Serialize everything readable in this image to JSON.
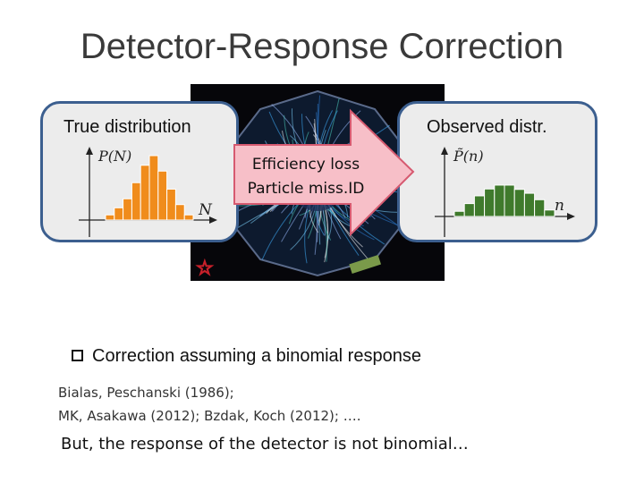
{
  "title": "Detector-Response Correction",
  "left_panel": {
    "label": "True distribution",
    "ylabel": "P(N)",
    "xlabel": "N"
  },
  "right_panel": {
    "label": "Observed distr.",
    "ylabel": "P̃(n)",
    "xlabel": "n"
  },
  "arrow": {
    "line1": "Efficiency loss",
    "line2": "Particle miss.ID"
  },
  "bullet": "Correction assuming a binomial response",
  "references": [
    "Bialas, Peschanski (1986);",
    "MK, Asakawa (2012); Bzdak, Koch (2012); …."
  ],
  "conclusion": "But, the response of the detector is not binomial…",
  "colors": {
    "title": "#3a3a3a",
    "panel_border": "#3c5f8f",
    "panel_fill": "#ececec",
    "true_bars": "#f08c1c",
    "observed_bars": "#3f7a2c",
    "arrow_fill": "#f7bfc8",
    "arrow_stroke": "#d65a70"
  },
  "icons": [
    "star-icon",
    "square-bullet-icon",
    "detector-event-display"
  ],
  "chart_data": [
    {
      "type": "bar",
      "title": "",
      "xlabel": "N",
      "ylabel": "P(N)",
      "values": [
        0.08,
        0.19,
        0.33,
        0.58,
        0.85,
        1.0,
        0.76,
        0.48,
        0.24,
        0.08
      ],
      "color": "#f08c1c"
    },
    {
      "type": "bar",
      "title": "",
      "xlabel": "n",
      "ylabel": "P̃(n)",
      "values": [
        0.12,
        0.3,
        0.48,
        0.64,
        0.73,
        0.73,
        0.63,
        0.54,
        0.39,
        0.15
      ],
      "color": "#3f7a2c"
    }
  ]
}
